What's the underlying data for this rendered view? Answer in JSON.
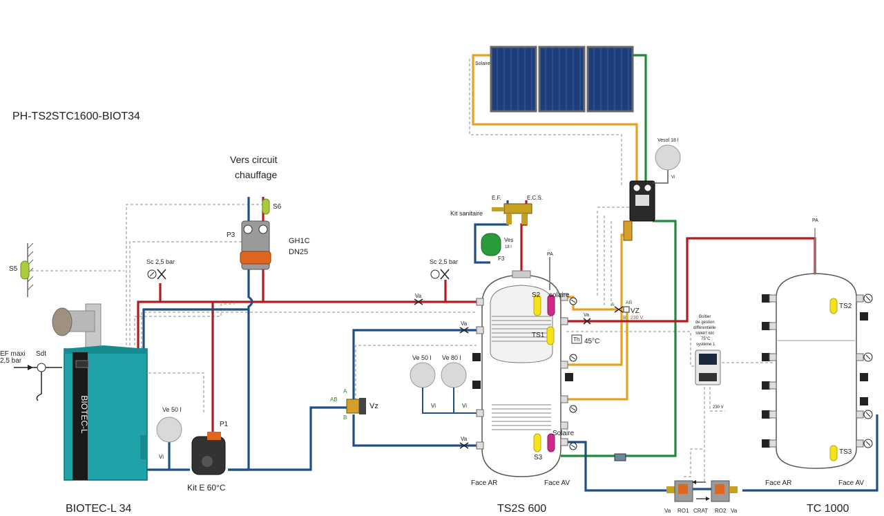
{
  "title": "PH-TS2STC1600-BIOT34",
  "labels": {
    "vers_circuit": "Vers circuit",
    "chauffage": "chauffage",
    "gh1c": "GH1C",
    "dn25": "DN25",
    "p3": "P3",
    "p1": "P1",
    "s6": "S6",
    "s5": "S5",
    "sc_left": "Sc 2,5 bar",
    "sc_mid": "Sc 2,5 bar",
    "va": "Va",
    "ef_maxi": "EF maxi",
    "ef_bar": "2,5 bar",
    "sdt": "Sdt",
    "ve50_left": "Ve 50 l",
    "vi": "Vi",
    "kit_e": "Kit E 60°C",
    "biotec_name": "BIOTEC-L 34",
    "boiler_brand": "BIOTEC-L",
    "kit_sanitaire": "Kit sanitaire",
    "ef": "E.F.",
    "ecs": "E.C.S.",
    "ves": "Ves",
    "ves_vol": "18 l",
    "f3": "F3",
    "pa": "PA",
    "solaire": "Solaire",
    "solaire_low": "solaire",
    "s2": "S2",
    "ts1": "TS1",
    "s3": "S3",
    "th": "Th",
    "t45": "45°C",
    "ve50": "Ve 50 l",
    "ve80": "Ve 80 l",
    "vz": "Vz",
    "vz_upper": "VZ",
    "a": "A",
    "ab": "AB",
    "b": "B",
    "v230": "230 V",
    "vesol": "Vesol 18 l",
    "v": "Vi",
    "face_ar": "Face AR",
    "face_av": "Face AV",
    "ts2s": "TS2S 600",
    "tc1000": "TC 1000",
    "ts2": "TS2",
    "ts3": "TS3",
    "boitier_1": "Boîtier",
    "boitier_2": "de gestion",
    "boitier_3": "différentielle",
    "boitier_4": "SMART 600",
    "boitier_5": "75°C",
    "boitier_6": "système 1",
    "v230b": "230 V",
    "ro1": "RO1",
    "crat": "CRAT",
    "ro2": "RO2"
  },
  "colors": {
    "hot": "#b01c22",
    "cold": "#1e4f86",
    "solar": "#e8a020",
    "return": "#1f8a3a",
    "boiler": "#1fa3a8",
    "sensor_yellow": "#f4e21a",
    "sensor_magenta": "#d0288a",
    "sensor_green": "#a8cc3a",
    "panel": "#1c3e7a"
  }
}
